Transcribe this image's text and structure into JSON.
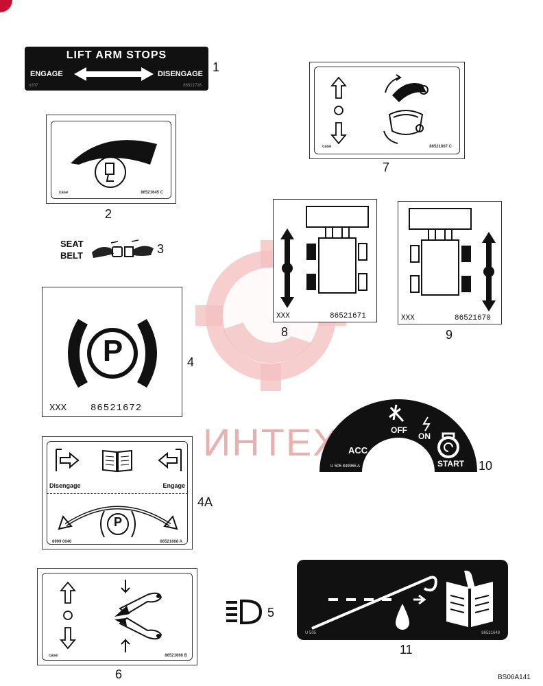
{
  "corner_badge": "red-corner-badge-icon",
  "watermark": {
    "text": "ИНТЕХ",
    "color": "#e88a8a",
    "icon": "gear-logo-icon"
  },
  "decals": {
    "d1": {
      "number": "1",
      "title": "LIFT ARM STOPS",
      "left": "ENGAGE",
      "right": "DISENGAGE",
      "code_left": "n207",
      "code_right": "86521716"
    },
    "d2": {
      "number": "2",
      "maker": "case",
      "code": "86521645 C"
    },
    "d3": {
      "number": "3",
      "line1": "SEAT",
      "line2": "BELT"
    },
    "d4": {
      "number": "4",
      "symbol": "P",
      "prefix": "XXX",
      "code": "86521672"
    },
    "d4a": {
      "number": "4A",
      "disengage": "Disengage",
      "engage": "Engage",
      "symbol": "P",
      "code_left": "8999 0040",
      "code_right": "86521668 A"
    },
    "d5": {
      "number": "5"
    },
    "d6": {
      "number": "6",
      "maker": "case",
      "code": "86521666 B"
    },
    "d7": {
      "number": "7",
      "maker": "case",
      "code": "86521667 C"
    },
    "d8": {
      "number": "8",
      "prefix": "XXX",
      "code": "86521671"
    },
    "d9": {
      "number": "9",
      "prefix": "XXX",
      "code": "86521670"
    },
    "d10": {
      "number": "10",
      "off": "OFF",
      "on": "ON",
      "acc": "ACC",
      "start": "START",
      "code": "U 505 849965 A"
    },
    "d11": {
      "number": "11",
      "code_left": "U 505",
      "code_right": "86521649"
    }
  },
  "footer_code": "BS06A141",
  "colors": {
    "decal_black": "#111111",
    "line": "#333333"
  }
}
